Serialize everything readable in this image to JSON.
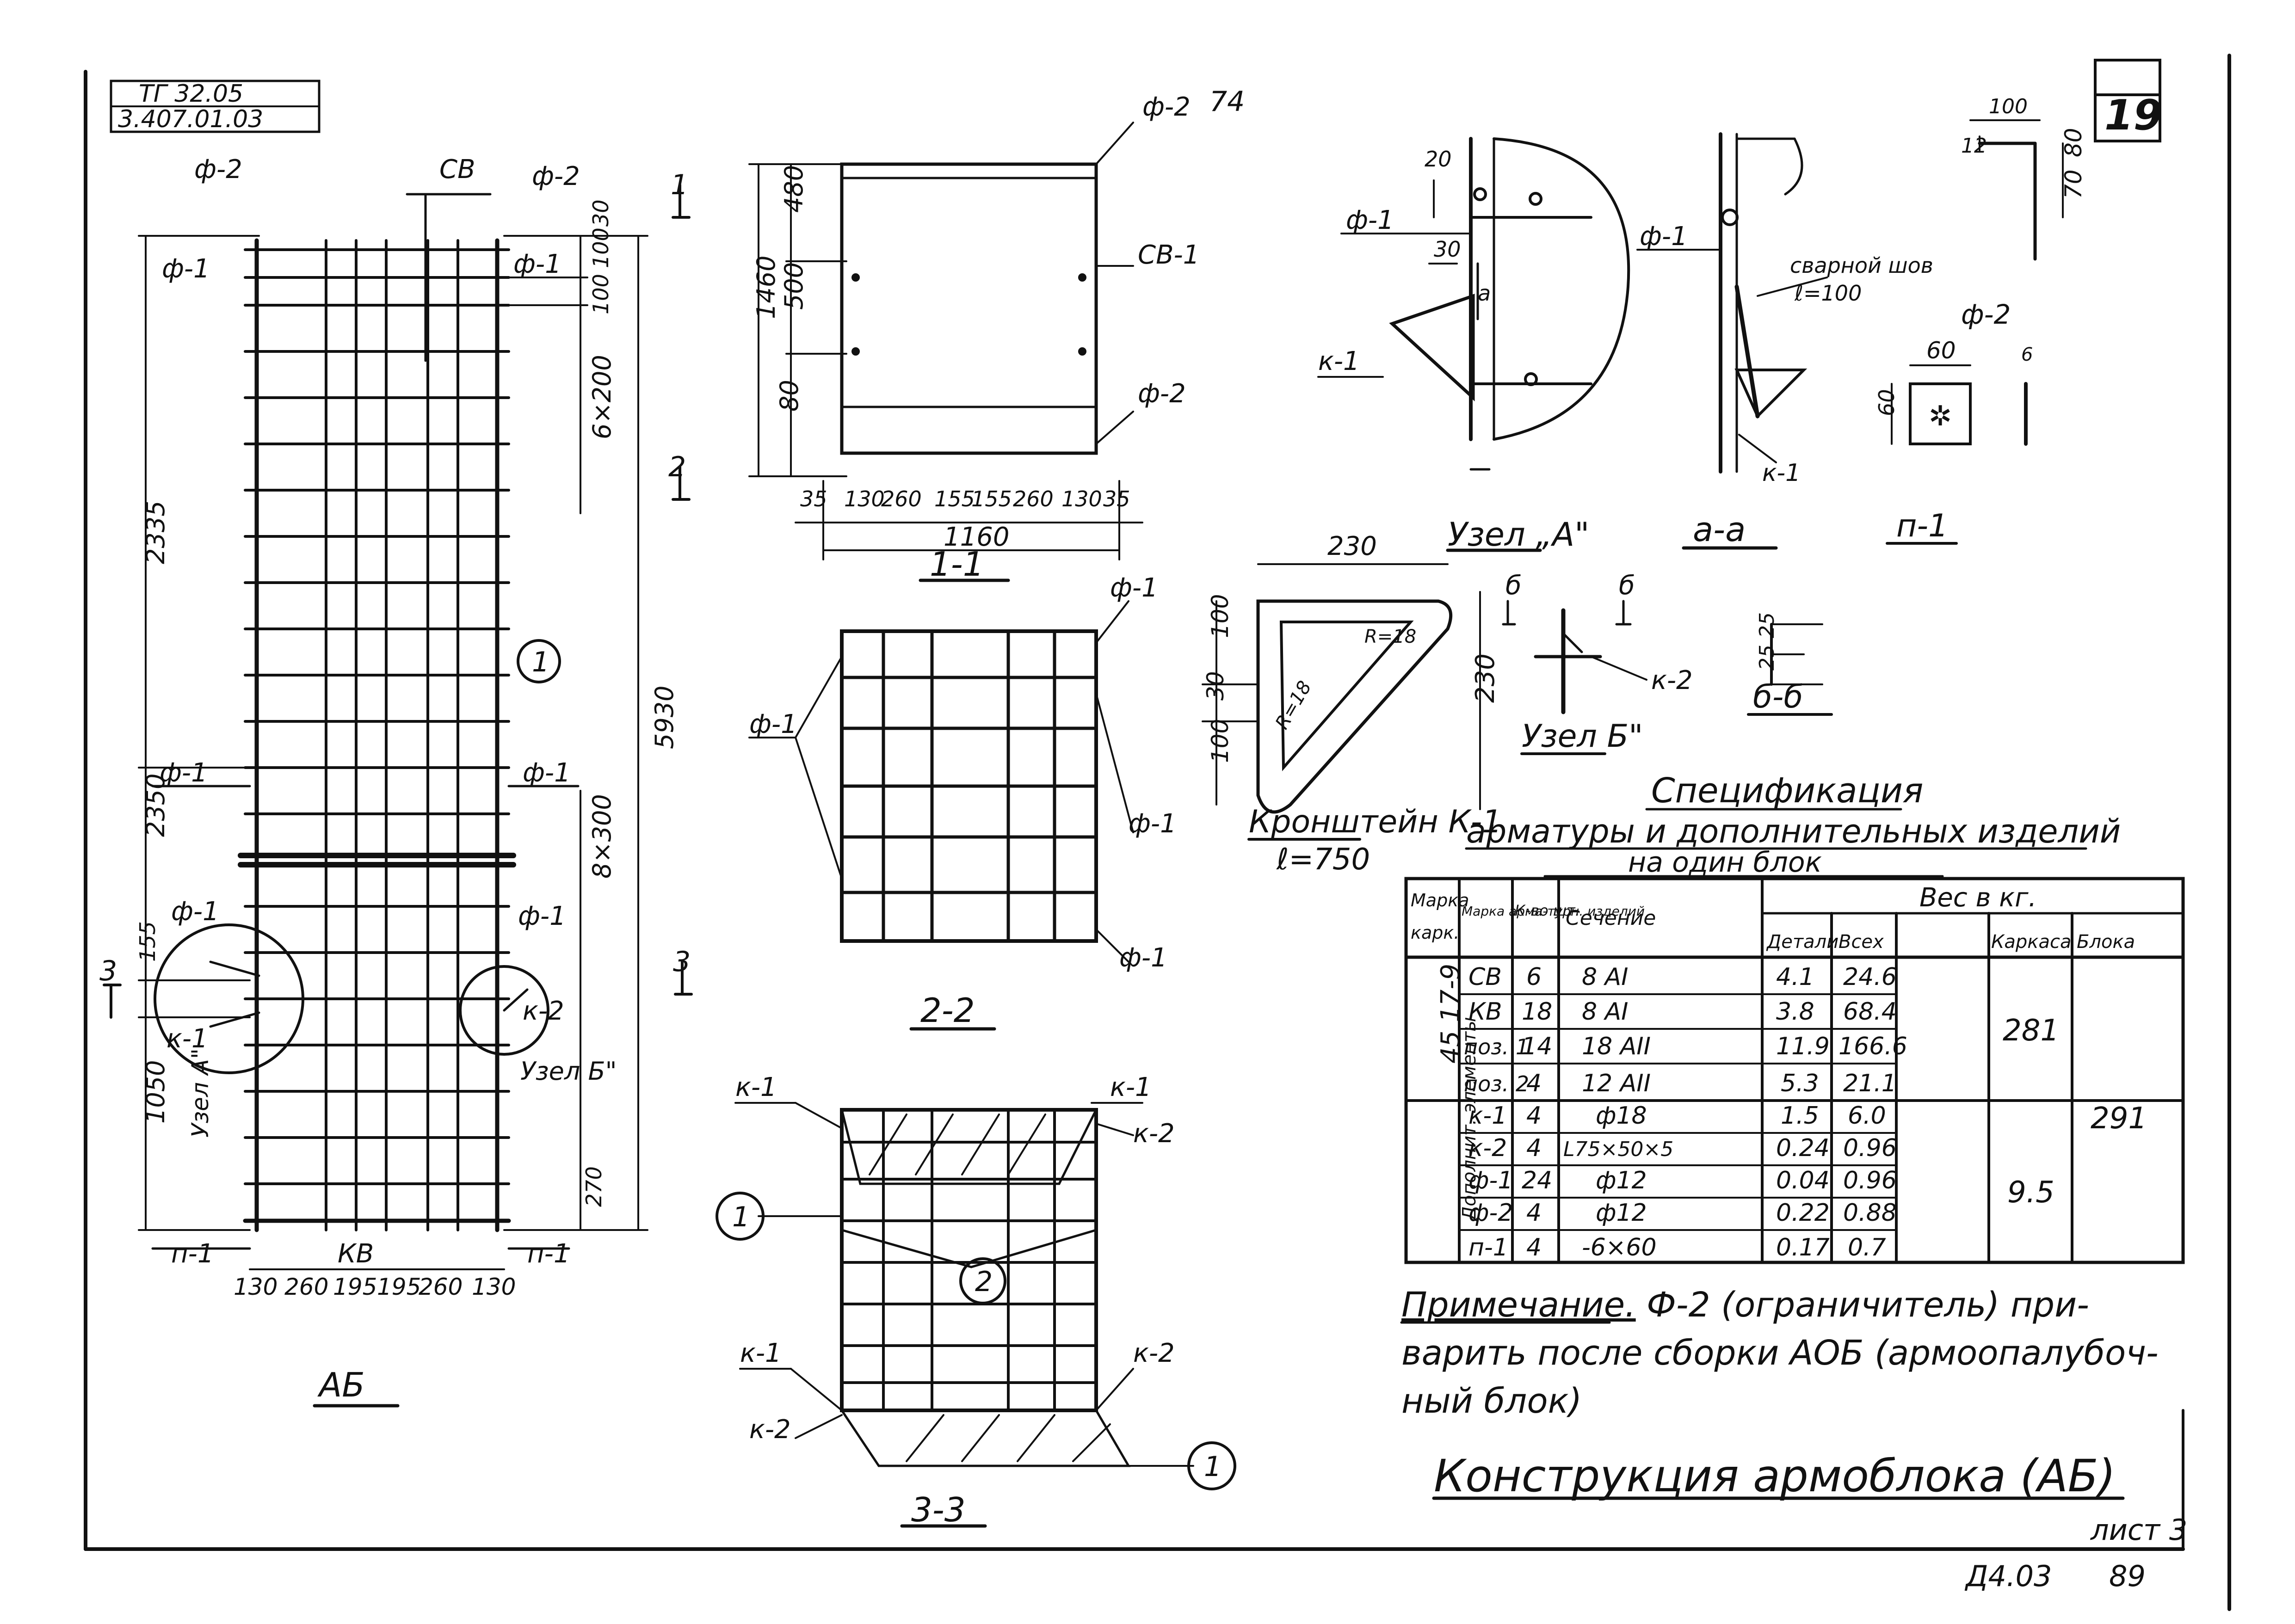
{
  "sheet": {
    "stamp_line1": "ТГ 32.05",
    "stamp_line2": "3.407.01.03",
    "sheet_number_top": "19",
    "page_number_top": "74",
    "title": "Конструкция армоблока (АБ)",
    "list_label": "лист 3",
    "code": "Д4.03",
    "page_number_bottom": "89"
  },
  "view_ab": {
    "title": "АБ",
    "labels": {
      "f2_top_left": "ф-2",
      "f1_top_left": "ф-1",
      "sv": "СВ",
      "f2_top_right": "ф-2",
      "f1_top_right": "ф-1",
      "f1_mid_left": "ф-1",
      "f1_mid_right": "ф-1",
      "f1_low_left": "ф-1",
      "f1_low_right": "ф-1",
      "k1": "к-1",
      "k2": "к-2",
      "uzel_a": "Узел А\"",
      "uzel_b": "Узел Б\"",
      "p1_left": "п-1",
      "p1_right": "п-1",
      "kv": "КВ",
      "callout_1": "1"
    },
    "dims": {
      "top_100": "100",
      "top_30": "30",
      "d100": "100",
      "six_x_200": "6×200",
      "d5930": "5930",
      "d2350_top": "2335",
      "d2350_bottom": "2350",
      "d155": "155",
      "d1050": "1050",
      "d270": "270",
      "nine_x_300": "8×300",
      "bottom": [
        "130",
        "260",
        "195",
        "195",
        "260",
        "130"
      ]
    },
    "section_marks": [
      "1",
      "2",
      "3",
      "3"
    ]
  },
  "section_1_1": {
    "title": "1-1",
    "labels": {
      "f2_top": "ф-2",
      "sv1": "СВ-1",
      "f2_right": "ф-2"
    },
    "dims": {
      "d1460": "1460",
      "d480": "480",
      "d500": "500",
      "d80": "80",
      "bottom": [
        "35",
        "130",
        "260",
        "155",
        "155",
        "260",
        "130",
        "35"
      ],
      "d1160": "1160"
    }
  },
  "section_2_2": {
    "title": "2-2",
    "labels": {
      "f1_top": "ф-1",
      "f1_left": "ф-1",
      "f1_right": "ф-1",
      "f1_bottom": "ф-1"
    }
  },
  "section_3_3": {
    "title": "3-3",
    "labels": {
      "k1_left": "к-1",
      "k1_right": "к-1",
      "k2_right": "к-2",
      "k1_low_left": "к-1",
      "k2_low_right": "к-2",
      "k2_bottom": "к-2",
      "callout_1_left": "1",
      "callout_2": "2",
      "callout_1_right": "1"
    }
  },
  "uzel_a_detail": {
    "title": "Узел „А\"",
    "labels": {
      "f1": "ф-1",
      "k1": "к-1",
      "d20": "20",
      "d30": "30",
      "a_mark": "а"
    }
  },
  "section_a_a": {
    "title": "а-а",
    "labels": {
      "f1": "ф-1",
      "weld": "сварной шов",
      "weld_len": "ℓ=100",
      "k1": "к-1"
    }
  },
  "bracket_k1": {
    "title": "Кронштейн К-1",
    "length": "ℓ=750",
    "dims": {
      "d230_top": "230",
      "d230_side": "230",
      "d100_top": "100",
      "d30": "30",
      "d100_bottom": "100",
      "r18_top": "R=18",
      "r18_bottom": "R=18"
    }
  },
  "uzel_b_detail": {
    "title": "Узел Б\"",
    "labels": {
      "b_left": "б",
      "b_right": "б",
      "k2": "к-2"
    }
  },
  "section_b_b": {
    "title": "б-б",
    "dims": {
      "d25a": "25",
      "d25b": "25"
    }
  },
  "angle_detail": {
    "dims": {
      "d100": "100",
      "d12": "12",
      "d80": "80",
      "d70": "70"
    }
  },
  "plate_p1": {
    "title": "п-1",
    "label_f2": "ф-2",
    "dims": {
      "d60": "60",
      "d60_side": "60",
      "d6": "6"
    }
  },
  "specification": {
    "title_line1": "Спецификация",
    "title_line2": "арматуры и дополнительных изделий",
    "title_line3": "на один блок",
    "headers": {
      "mark": "Марка",
      "mark_sub": "карк.",
      "mark_item": "Марка арма-турн. изделий",
      "count": "К-во шт.",
      "section": "Сечение",
      "weight": "Вес в кг.",
      "w_detail": "Детали",
      "w_total": "Всех",
      "w_frame": "Каркаса",
      "w_block": "Блока"
    },
    "group1_label": "45 17-9",
    "group2_label": "Дополнит. элементы",
    "rows": [
      {
        "item": "СВ",
        "count": "6",
        "section": "8 АI",
        "detail": "4.1",
        "total": "24.6"
      },
      {
        "item": "КВ",
        "count": "18",
        "section": "8 АI",
        "detail": "3.8",
        "total": "68.4"
      },
      {
        "item": "поз. 1",
        "count": "14",
        "section": "18 АII",
        "detail": "11.9",
        "total": "166.6"
      },
      {
        "item": "поз. 2",
        "count": "4",
        "section": "12 АII",
        "detail": "5.3",
        "total": "21.1"
      },
      {
        "item": "к-1",
        "count": "4",
        "section": "ф18",
        "detail": "1.5",
        "total": "6.0"
      },
      {
        "item": "к-2",
        "count": "4",
        "section": "L75×50×5",
        "detail": "0.24",
        "total": "0.96"
      },
      {
        "item": "ф-1",
        "count": "24",
        "section": "ф12",
        "detail": "0.04",
        "total": "0.96"
      },
      {
        "item": "ф-2",
        "count": "4",
        "section": "ф12",
        "detail": "0.22",
        "total": "0.88"
      },
      {
        "item": "п-1",
        "count": "4",
        "section": "-6×60",
        "detail": "0.17",
        "total": "0.7"
      }
    ],
    "frame_weight_1": "281",
    "frame_weight_2": "9.5",
    "block_weight": "291"
  },
  "note": {
    "heading": "Примечание.",
    "text": " Ф-2 (ограничитель) при-варить после сборки АОБ (армоопалубоч-ный блок)"
  }
}
